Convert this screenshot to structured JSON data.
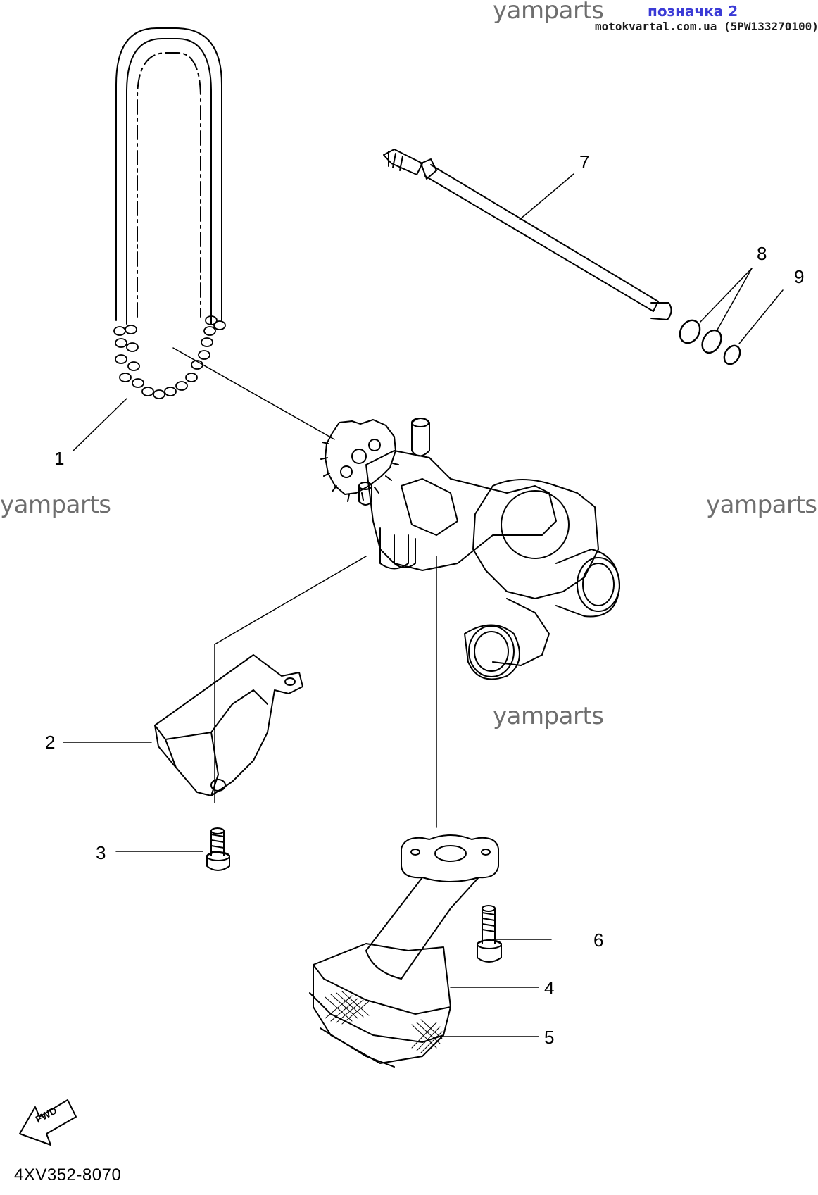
{
  "watermarks": {
    "top": "yamparts",
    "left": "yamparts",
    "right": "yamparts",
    "middle": "yamparts"
  },
  "header": {
    "mark": "позначка 2",
    "site": "motokvartal.com.ua (5PW133270100)"
  },
  "callouts": {
    "c1": "1",
    "c2": "2",
    "c3": "3",
    "c4": "4",
    "c5": "5",
    "c6": "6",
    "c7": "7",
    "c8": "8",
    "c9": "9"
  },
  "fwd_label": "FWD",
  "diagram_code": "4XV352-8070"
}
